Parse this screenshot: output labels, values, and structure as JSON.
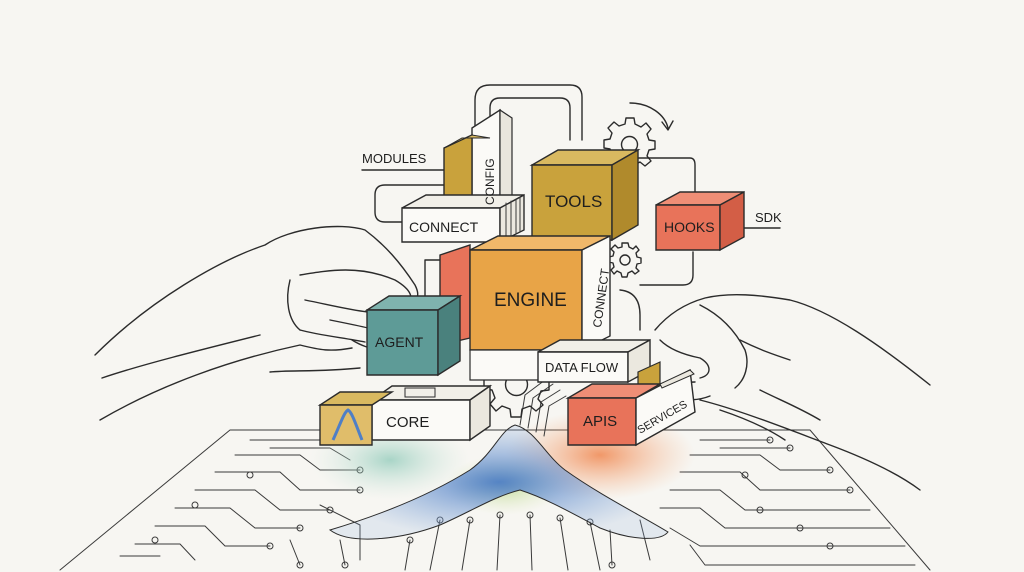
{
  "labels": {
    "modules": "MODULES",
    "config": "CONFIG",
    "connect_top": "CONNECT",
    "tools": "TOOLS",
    "hooks": "HOOKS",
    "sdk": "SDK",
    "engine": "ENGINE",
    "connect_side": "CONNECT",
    "agent": "AGENT",
    "data_flow": "DATA FLOW",
    "core": "CORE",
    "apis": "APIS",
    "services": "SERVICES"
  },
  "colors": {
    "background": "#f7f6f2",
    "mustard": "#c9a23c",
    "orange": "#e8a447",
    "coral": "#e8735a",
    "teal": "#5e9b97",
    "white_block": "#fbfaf7",
    "glow_blue": "#5b86c9",
    "glow_orange": "#ef8a4a",
    "glow_teal": "#8cc7b8"
  },
  "icons": [
    "gear-icon",
    "gear-icon",
    "gear-icon",
    "refresh-arrow-icon"
  ]
}
